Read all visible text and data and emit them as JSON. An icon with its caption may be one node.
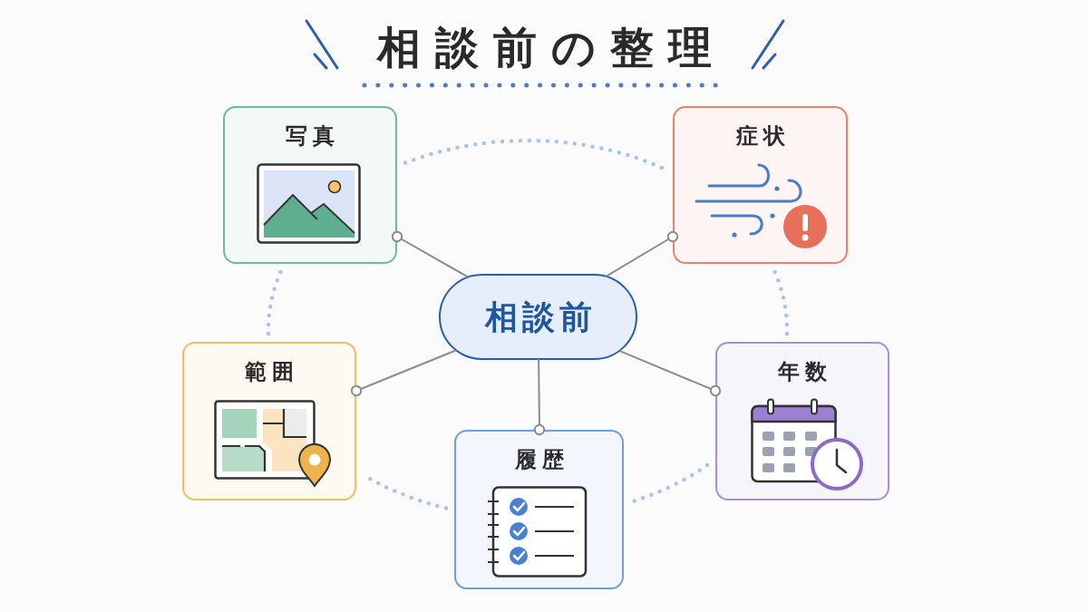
{
  "diagram": {
    "title": "相談前の整理",
    "nodes": [
      {
        "text": [
          "写真"
        ]
      },
      {
        "text": [
          "症状"
        ]
      },
      {
        "text": [
          "相談前"
        ]
      },
      {
        "text": [
          "範囲"
        ]
      },
      {
        "text": [
          "年数"
        ]
      },
      {
        "text": [
          "履歴"
        ]
      }
    ],
    "edges": [
      {
        "from": 2,
        "to": 0,
        "arrow": "other"
      },
      {
        "from": 2,
        "to": 1,
        "arrow": "other"
      },
      {
        "from": 2,
        "to": 3,
        "arrow": "other"
      },
      {
        "from": 2,
        "to": 4,
        "arrow": "other"
      },
      {
        "from": 2,
        "to": 5,
        "arrow": "other"
      },
      {
        "from": 0,
        "to": 1,
        "arrow": "none",
        "style": "dashed",
        "color": "#a9c3ea"
      },
      {
        "from": 1,
        "to": 4,
        "arrow": "none",
        "style": "dashed",
        "color": "#a9c3ea"
      },
      {
        "from": 4,
        "to": 5,
        "arrow": "none",
        "style": "dashed",
        "color": "#a9c3ea"
      },
      {
        "from": 5,
        "to": 3,
        "arrow": "none",
        "style": "dashed",
        "color": "#a9c3ea"
      },
      {
        "from": 3,
        "to": 0,
        "arrow": "none",
        "style": "dashed",
        "color": "#a9c3ea"
      }
    ]
  }
}
